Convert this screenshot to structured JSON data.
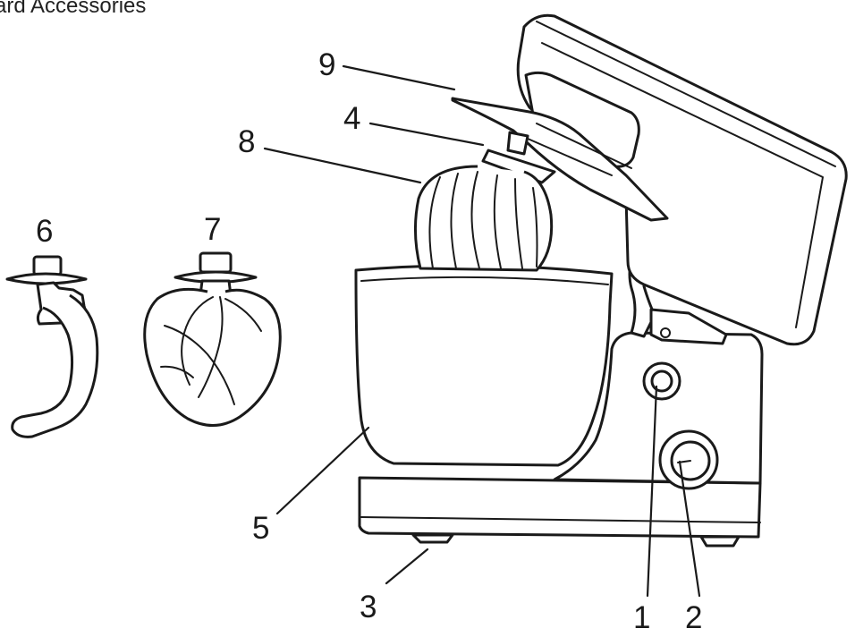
{
  "heading": "ard Accessories",
  "labels": {
    "l1": "1",
    "l2": "2",
    "l3": "3",
    "l4": "4",
    "l5": "5",
    "l6": "6",
    "l7": "7",
    "l8": "8",
    "l9": "9"
  },
  "colors": {
    "ink": "#1a1a1a",
    "paper": "#ffffff"
  }
}
